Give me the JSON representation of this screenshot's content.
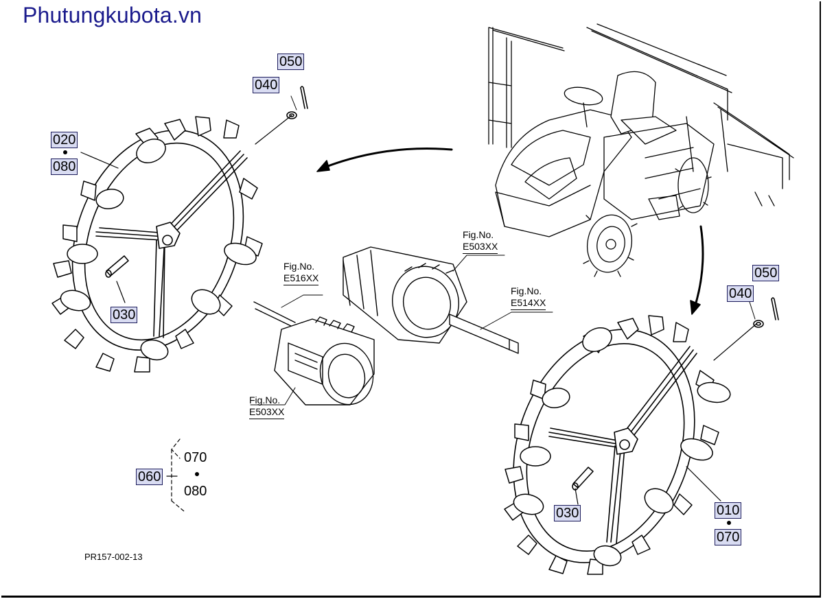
{
  "watermark": "Phutungkubota.vn",
  "diagram_id": "PR157-002-13",
  "left_wheel": {
    "part_050": "050",
    "part_040": "040",
    "part_020": "020",
    "part_080": "080",
    "part_030": "030"
  },
  "right_wheel": {
    "part_050": "050",
    "part_040": "040",
    "part_030": "030",
    "part_010": "010",
    "part_070": "070"
  },
  "bracket_group": {
    "part_060": "060",
    "part_070": "070",
    "part_080": "080"
  },
  "fig_refs": [
    {
      "label": "Fig.No.",
      "number": "E516XX"
    },
    {
      "label": "Fig.No.",
      "number": "E503XX"
    },
    {
      "label": "Fig.No.",
      "number": "E514XX"
    },
    {
      "label": "Fig.No.",
      "number": "E503XX"
    }
  ]
}
